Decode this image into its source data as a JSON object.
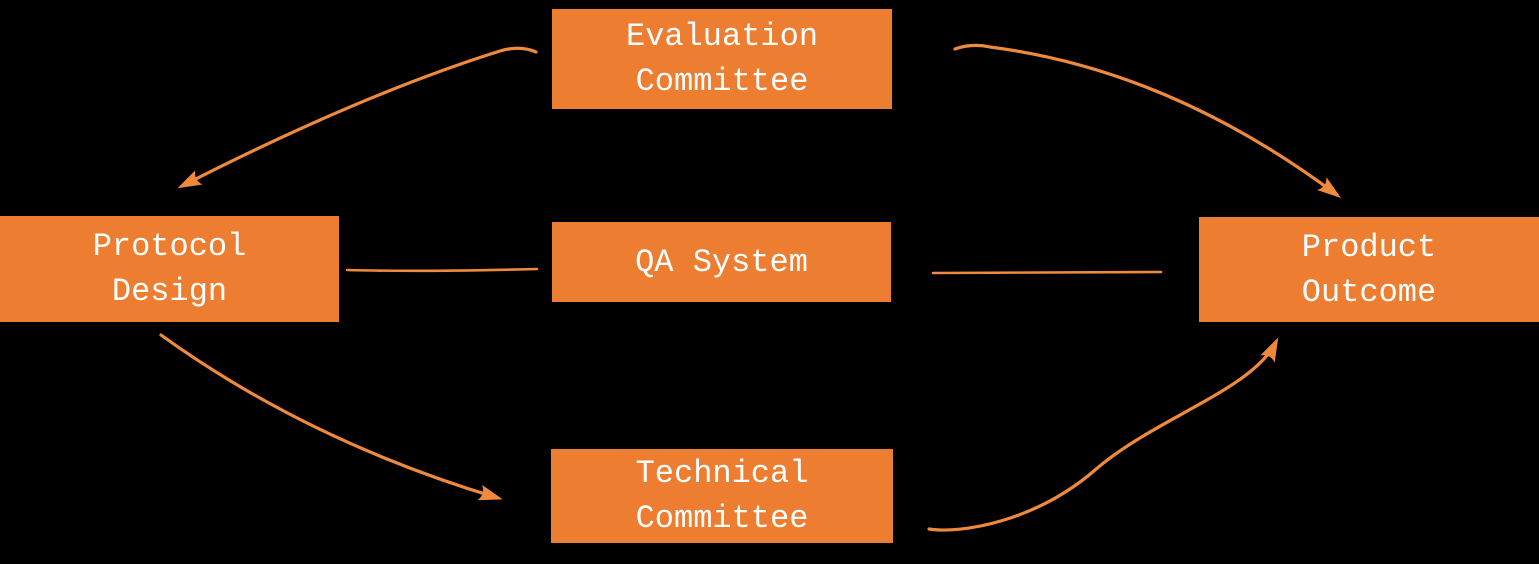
{
  "diagram": {
    "colors": {
      "background": "#000000",
      "node_fill": "#ED7D31",
      "node_text": "#FFFFFF",
      "connector": "#EF8A3C"
    },
    "nodes": {
      "evaluation_committee": {
        "label": "Evaluation\nCommittee"
      },
      "protocol_design": {
        "label": "Protocol\nDesign"
      },
      "qa_system": {
        "label": "QA System"
      },
      "product_outcome": {
        "label": "Product\nOutcome"
      },
      "technical_committee": {
        "label": "Technical\nCommittee"
      }
    },
    "edges": [
      {
        "from": "Evaluation Committee",
        "to": "Protocol Design",
        "style": "curved",
        "arrow": true
      },
      {
        "from": "Evaluation Committee",
        "to": "Product Outcome",
        "style": "curved",
        "arrow": true
      },
      {
        "from": "Protocol Design",
        "to": "QA System",
        "style": "straight-line",
        "arrow": false
      },
      {
        "from": "QA System",
        "to": "Product Outcome",
        "style": "straight-line",
        "arrow": false
      },
      {
        "from": "Protocol Design",
        "to": "Technical Committee",
        "style": "curved",
        "arrow": true
      },
      {
        "from": "Technical Committee",
        "to": "Product Outcome",
        "style": "curved",
        "arrow": true
      }
    ]
  }
}
